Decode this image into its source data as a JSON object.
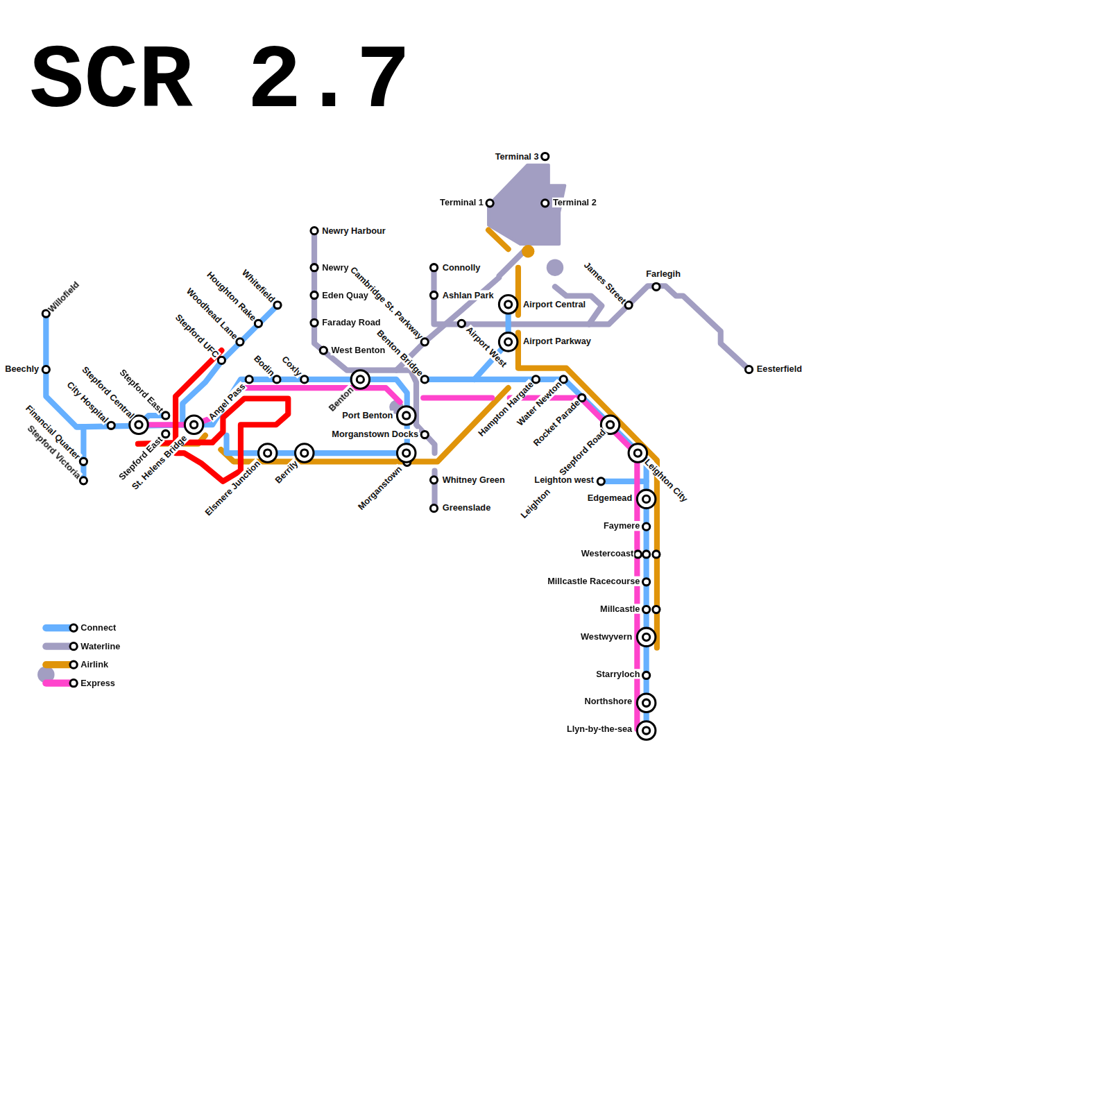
{
  "diagram": {
    "title": "SCR 2.7",
    "labels": [
      "Willofield",
      "Beechly",
      "Financial Quarter",
      "Stepford Victoria",
      "City Hospital",
      "Stepford Central",
      "Stepford East",
      "Stepford East",
      "St. Helens Bridge",
      "Angel Pass",
      "Stepford UFC",
      "Woodhead Lane",
      "Houghton Rake",
      "Whitefield",
      "Bodin",
      "Coxly",
      "Benton",
      "Elsmere Junction",
      "Berrily",
      "Newry Harbour",
      "Newry",
      "Eden Quay",
      "Faraday Road",
      "West Benton",
      "Cambridge St. Parkway",
      "Benton Bridge",
      "Port Benton",
      "Morganstown Docks",
      "Morganstown",
      "Connolly",
      "Ashlan Park",
      "Whitney Green",
      "Greenslade",
      "Terminal 3",
      "Terminal 1",
      "Terminal 2",
      "Airport Central",
      "Airport Parkway",
      "Airport West",
      "James Street",
      "Farlegih",
      "Eesterfield",
      "Hampton Hargate",
      "Water Newton",
      "Rocket Parade",
      "Stepford Road",
      "Leighton City",
      "Leighton west",
      "Leighton",
      "Edgemead",
      "Faymere",
      "Westercoast",
      "Millcastle Racecourse",
      "Millcastle",
      "Westwyvern",
      "Starryloch",
      "Northshore",
      "Llyn-by-the-sea"
    ],
    "legend": [
      {
        "text": "Connect",
        "color": "#66b0ff"
      },
      {
        "text": "Waterline",
        "color": "#a29ec2"
      },
      {
        "text": "Airlink",
        "color": "#e0940a"
      },
      {
        "text": "Express",
        "color": "#ff44cc"
      }
    ]
  }
}
